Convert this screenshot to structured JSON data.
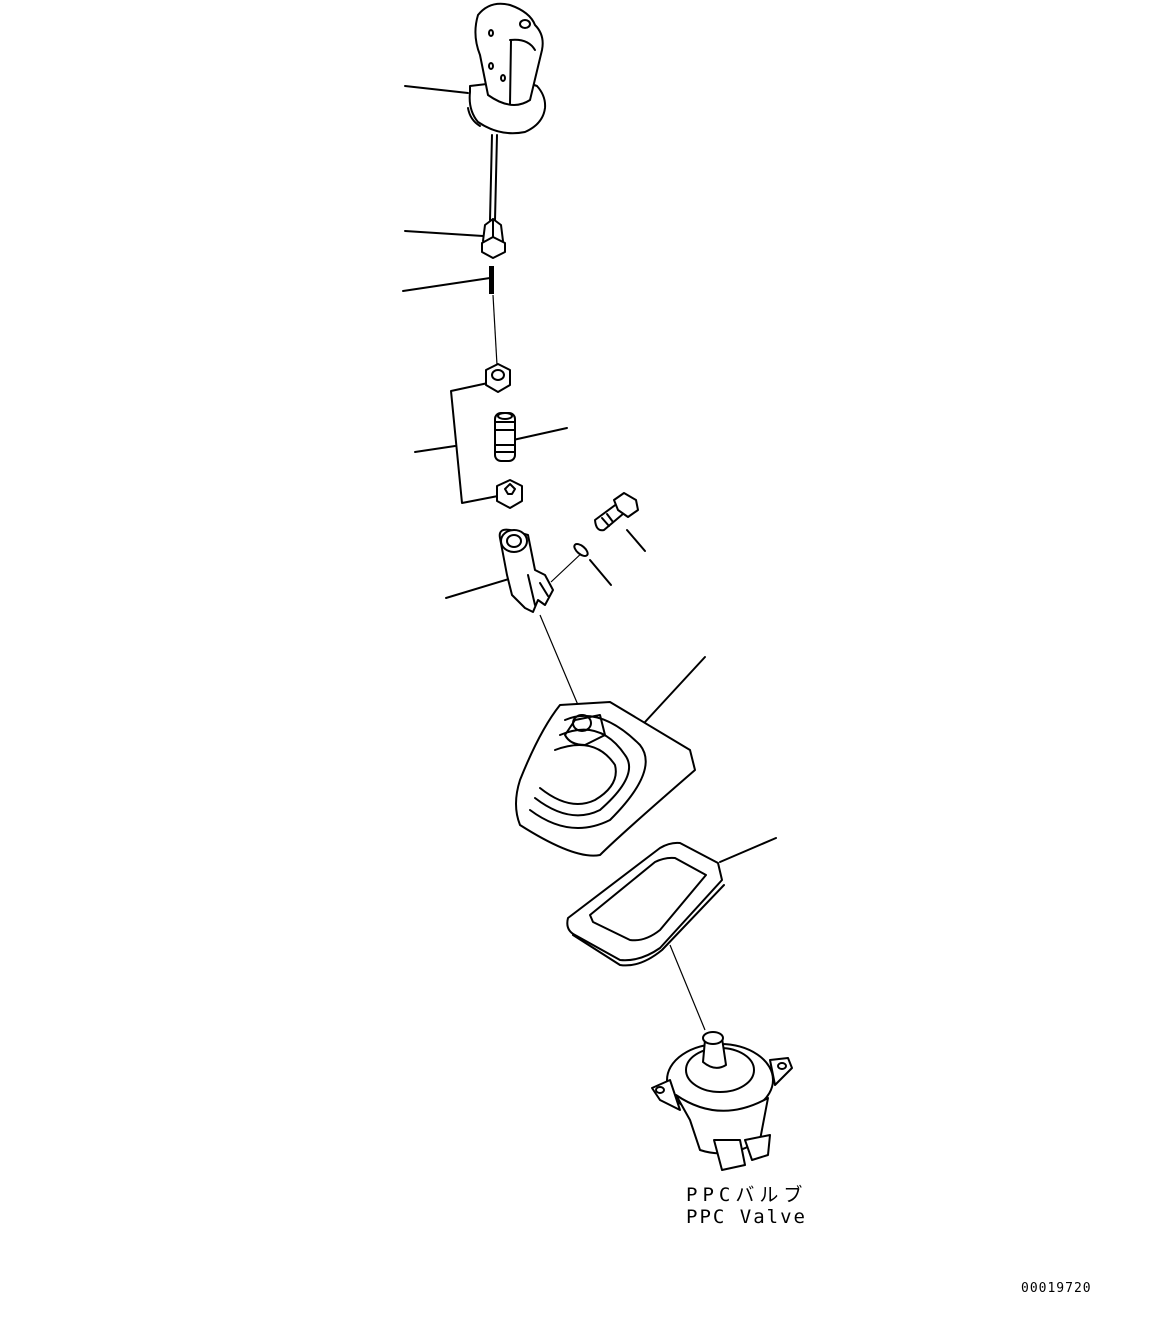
{
  "diagram": {
    "type": "exploded-parts-diagram",
    "labels": {
      "ppc_valve_jp": "PPCバルブ",
      "ppc_valve_en": "PPC Valve",
      "drawing_number": "00019720"
    },
    "parts": [
      {
        "id": "lever-knob",
        "leader_from": [
          405,
          86
        ],
        "leader_to": [
          468,
          93
        ]
      },
      {
        "id": "connector",
        "leader_from": [
          405,
          231
        ],
        "leader_to": [
          483,
          236
        ]
      },
      {
        "id": "pin",
        "leader_from": [
          403,
          291
        ],
        "leader_to": [
          490,
          278
        ]
      },
      {
        "id": "nut-set",
        "leader_from": [
          415,
          452
        ],
        "leader_to": [
          455,
          446
        ]
      },
      {
        "id": "stud",
        "leader_from": [
          513,
          440
        ],
        "leader_to": [
          567,
          428
        ]
      },
      {
        "id": "bolt",
        "leader_from": [
          583,
          523
        ],
        "leader_to": [
          645,
          551
        ]
      },
      {
        "id": "washer",
        "leader_from": [
          587,
          555
        ],
        "leader_to": [
          611,
          585
        ]
      },
      {
        "id": "lever-bracket",
        "leader_from": [
          446,
          598
        ],
        "leader_to": [
          509,
          579
        ]
      },
      {
        "id": "boot",
        "leader_from": [
          645,
          722
        ],
        "leader_to": [
          705,
          657
        ]
      },
      {
        "id": "plate",
        "leader_from": [
          720,
          862
        ],
        "leader_to": [
          776,
          838
        ]
      }
    ]
  }
}
